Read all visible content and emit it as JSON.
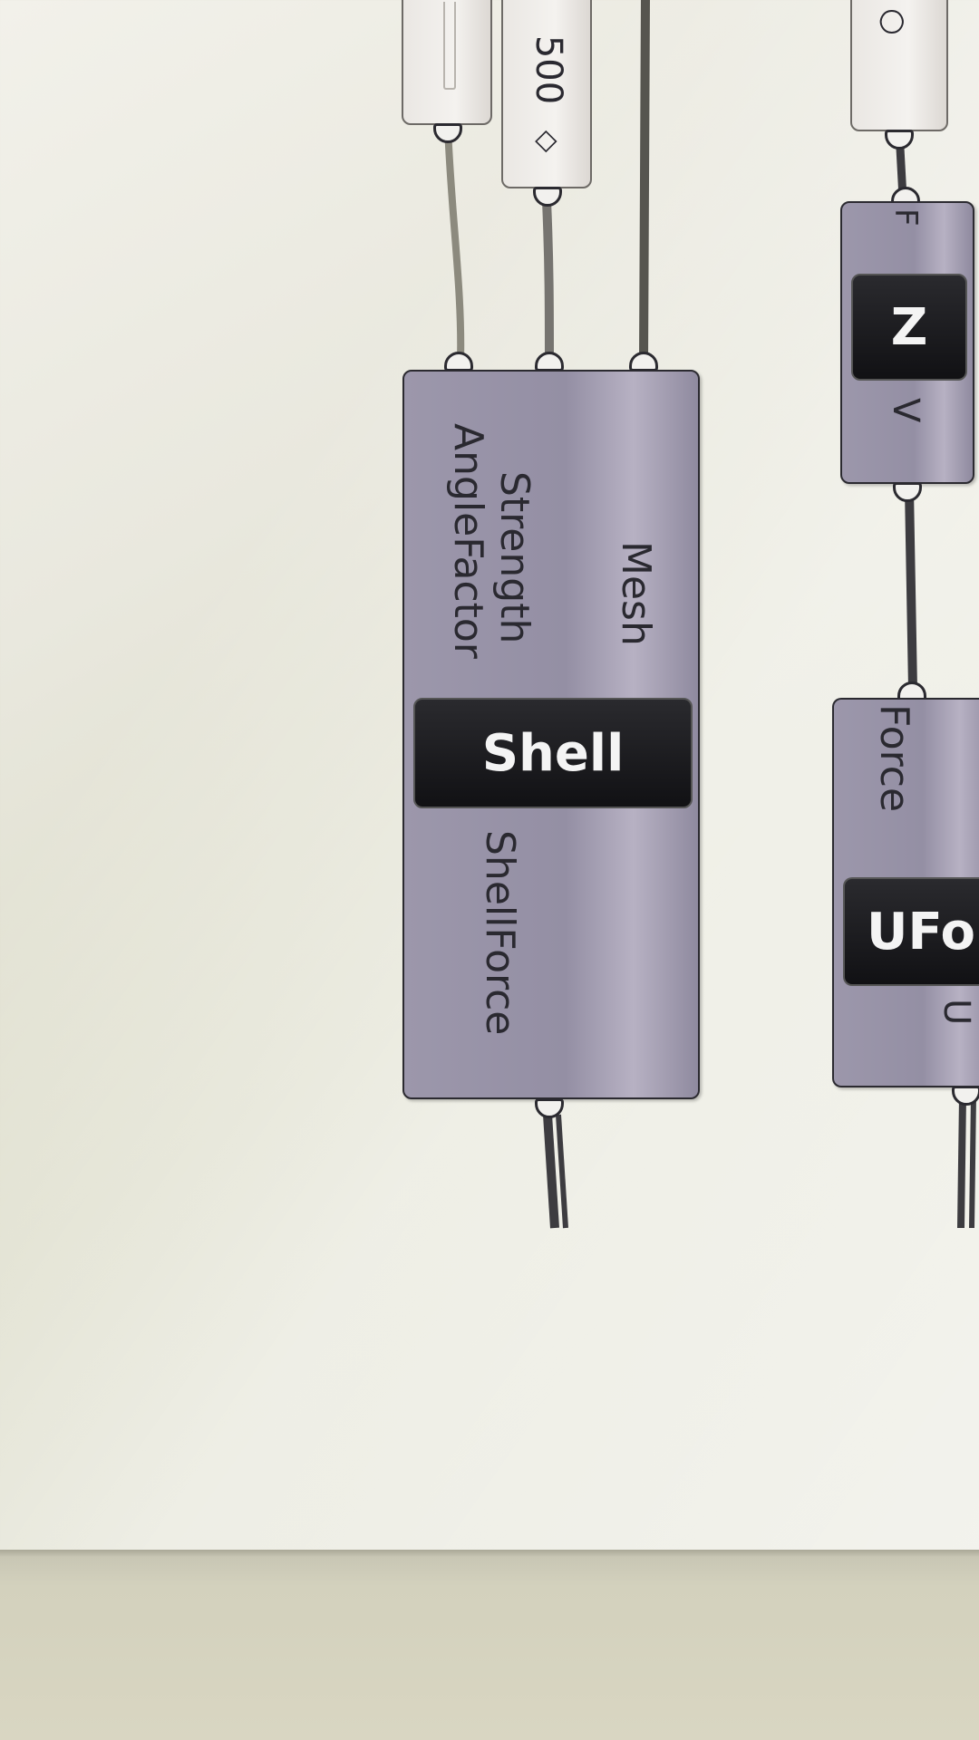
{
  "shell_component": {
    "nickname": "Shell",
    "inputs": [
      "Mesh",
      "Strength",
      "AngleFactor"
    ],
    "output": "ShellForce"
  },
  "slider": {
    "value": "500",
    "glyph": "◇"
  },
  "slider_right": {
    "glyph": "○"
  },
  "unary_vector_component": {
    "nickname": "Z",
    "input": "F",
    "output": "V"
  },
  "uforce_component": {
    "nickname": "UFo",
    "input": "Force",
    "output": "U"
  }
}
